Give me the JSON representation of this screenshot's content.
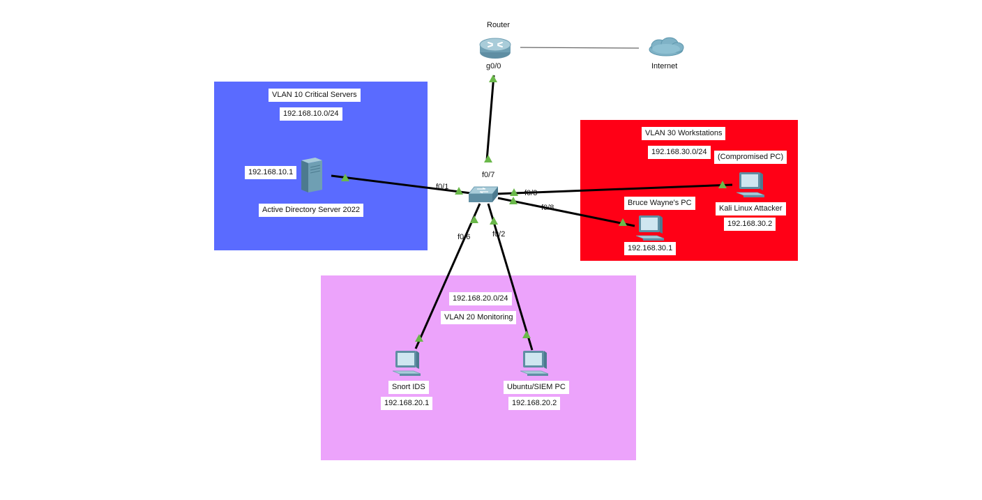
{
  "colors": {
    "vlan10": "#5a6bff",
    "vlan20": "#eca3fb",
    "vlan30": "#ff0016",
    "link": "#000000",
    "port_up": "#6ab84a",
    "internet_link": "#666666"
  },
  "router": {
    "name": "Router",
    "port": "g0/0",
    "icon": "router-icon"
  },
  "internet": {
    "name": "Internet",
    "icon": "cloud-icon"
  },
  "switch": {
    "icon": "switch-icon"
  },
  "vlan10": {
    "title": "VLAN 10 Critical Servers",
    "subnet": "192.168.10.0/24",
    "server": {
      "ip": "192.168.10.1",
      "name": "Active Directory Server 2022",
      "icon": "server-icon"
    }
  },
  "vlan20": {
    "subnet": "192.168.20.0/24",
    "title": "VLAN 20 Monitoring",
    "snort": {
      "name": "Snort IDS",
      "ip": "192.168.20.1",
      "icon": "pc-icon"
    },
    "siem": {
      "name": "Ubuntu/SIEM PC",
      "ip": "192.168.20.2",
      "icon": "pc-icon"
    }
  },
  "vlan30": {
    "title": "VLAN 30 Workstations",
    "subnet": "192.168.30.0/24",
    "note": "(Compromised PC)",
    "bruce": {
      "name": "Bruce Wayne's PC",
      "ip": "192.168.30.1",
      "icon": "pc-icon"
    },
    "kali": {
      "name": "Kali Linux Attacker",
      "ip": "192.168.30.2",
      "icon": "pc-icon"
    }
  },
  "ports": {
    "f0_1": "f0/1",
    "f0_7": "f0/7",
    "f0_3": "f0/3",
    "f0_8": "f0/8",
    "f0_6": "f0/6",
    "f0_2": "f0/2"
  }
}
